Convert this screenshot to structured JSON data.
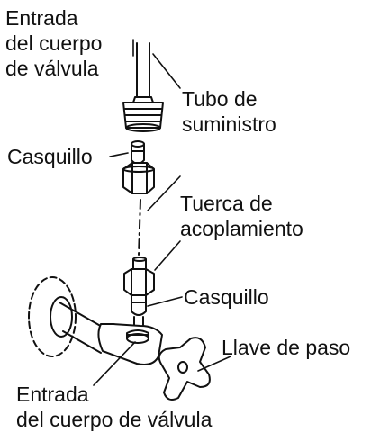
{
  "labels": {
    "inlet_top": {
      "line1": "Entrada",
      "line2": "del cuerpo",
      "line3": "de válvula"
    },
    "supply_tube": {
      "line1": "Tubo de",
      "line2": "suministro"
    },
    "ferrule_top": {
      "text": "Casquillo"
    },
    "coupling_nut": {
      "line1": "Tuerca de",
      "line2": "acoplamiento"
    },
    "ferrule_bottom": {
      "text": "Casquillo"
    },
    "stop_valve": {
      "text": "Llave de paso"
    },
    "inlet_bottom": {
      "line1": "Entrada",
      "line2": "del cuerpo de válvula"
    }
  },
  "colors": {
    "ink": "#111111",
    "background": "#ffffff"
  }
}
